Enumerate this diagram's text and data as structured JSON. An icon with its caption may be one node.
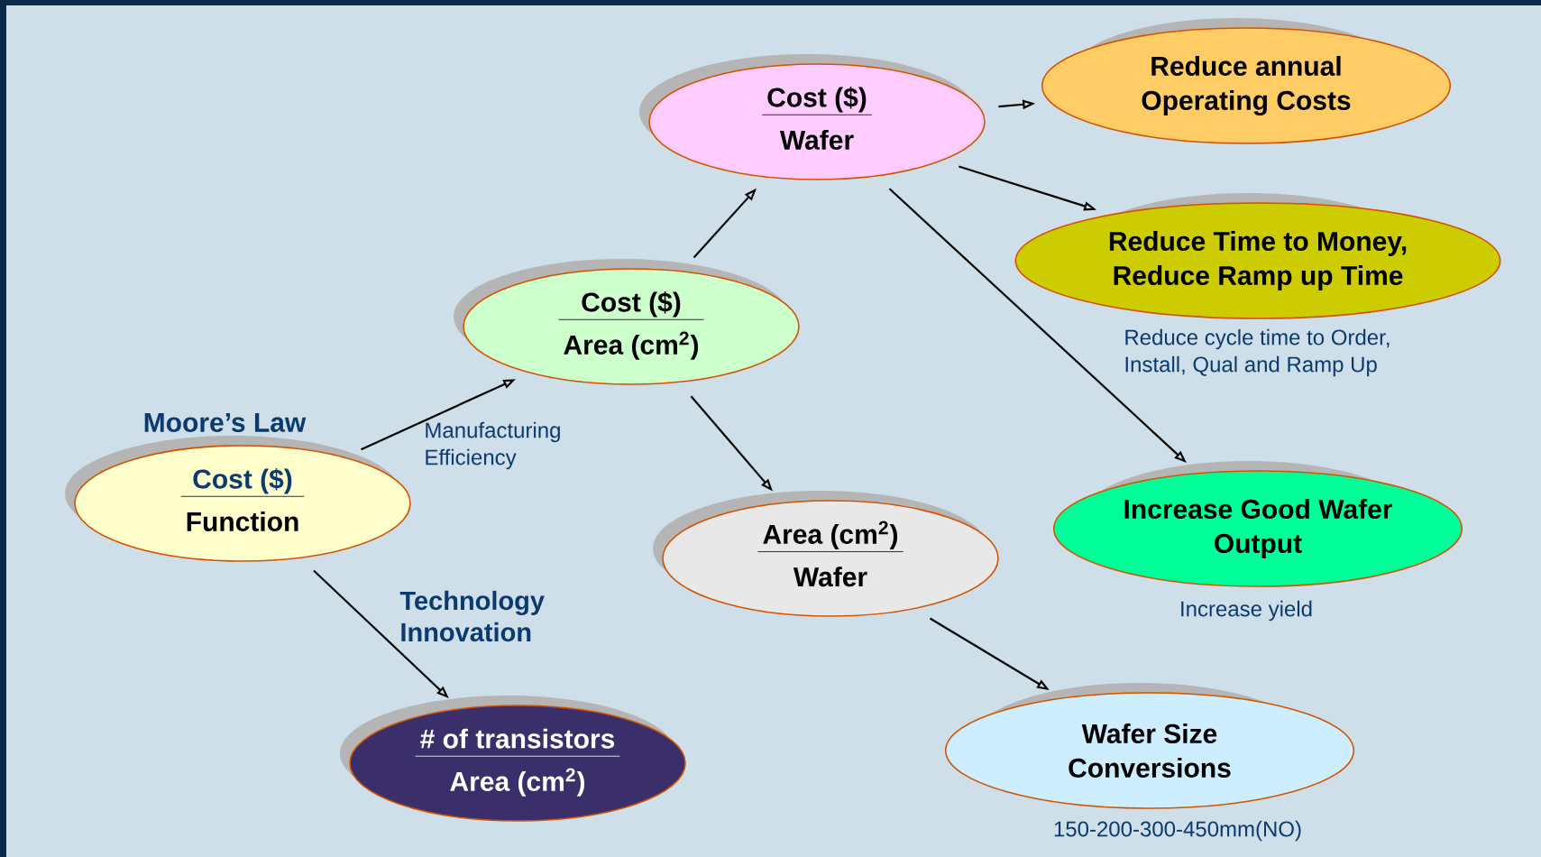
{
  "diagram": {
    "nodes": [
      {
        "text": [
          "Moore’s Law",
          "Cost ($)",
          "Function"
        ]
      },
      {
        "text": [
          "Cost ($)",
          "Area (cm$^{2}$)"
        ]
      },
      {
        "text": [
          "Cost ($)",
          "Wafer"
        ]
      },
      {
        "text": [
          "Reduce annual Operating Costs"
        ]
      },
      {
        "text": [
          "Reduce Time to Money, Reduce Ramp up Time"
        ],
        "beside": [
          "Reduce cycle time to Order, Install, Qual and Ramp Up"
        ]
      },
      {
        "text": [
          "Increase Good Wafer Output"
        ],
        "beside": [
          "Increase yield"
        ]
      },
      {
        "text": [
          "Area (cm$^{2}$)",
          "Wafer"
        ]
      },
      {
        "text": [
          "# of transistors",
          "Area (cm$^{2}$)"
        ]
      },
      {
        "text": [
          "Wafer Size Conversions"
        ],
        "beside": [
          "150-200-300-450mm(NO)"
        ]
      }
    ],
    "edges": [
      {
        "from": 0,
        "to": 1,
        "arrow": "to",
        "label": "Manufacturing Efficiency"
      },
      {
        "from": 0,
        "to": 7,
        "arrow": "to",
        "label": "Technology Innovation"
      },
      {
        "from": 1,
        "to": 2,
        "arrow": "to"
      },
      {
        "from": 1,
        "to": 6,
        "arrow": "to"
      },
      {
        "from": 2,
        "to": 3,
        "arrow": "to"
      },
      {
        "from": 2,
        "to": 4,
        "arrow": "to"
      },
      {
        "from": 2,
        "to": 5,
        "arrow": "to"
      },
      {
        "from": 6,
        "to": 8,
        "arrow": "to"
      }
    ]
  }
}
